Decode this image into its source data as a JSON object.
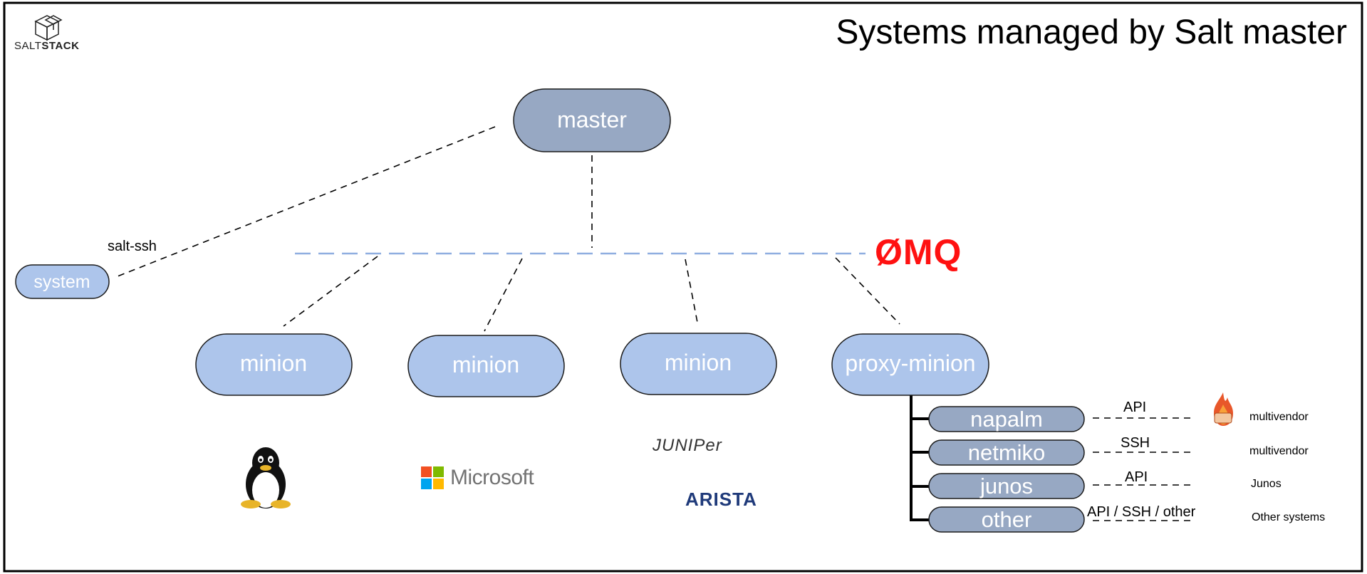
{
  "title": "Systems managed by Salt master",
  "logo": {
    "text_light": "SALT",
    "text_bold": "STACK"
  },
  "nodes": {
    "master": "master",
    "system": "system",
    "minion_1": "minion",
    "minion_2": "minion",
    "minion_3": "minion",
    "proxy_minion": "proxy-minion"
  },
  "links": {
    "salt_ssh": "salt-ssh",
    "transport": "ØMQ"
  },
  "proxy_modules": [
    {
      "name": "napalm",
      "protocol": "API",
      "target": "multivendor"
    },
    {
      "name": "netmiko",
      "protocol": "SSH",
      "target": "multivendor"
    },
    {
      "name": "junos",
      "protocol": "API",
      "target": "Junos"
    },
    {
      "name": "other",
      "protocol": "API / SSH / other",
      "target": "Other systems"
    }
  ],
  "vendor_logos": {
    "microsoft": "Microsoft",
    "juniper": "JUNIPer",
    "arista": "ARISTA"
  },
  "icons": [
    "saltstack-logo-icon",
    "linux-tux-icon",
    "microsoft-logo-icon",
    "napalm-flame-icon"
  ],
  "colors": {
    "master_fill": "#97a8c3",
    "minion_fill": "#adc5eb",
    "module_fill": "#97a8c3",
    "bus_line": "#8faee0",
    "zmq_red": "#ff1111"
  }
}
